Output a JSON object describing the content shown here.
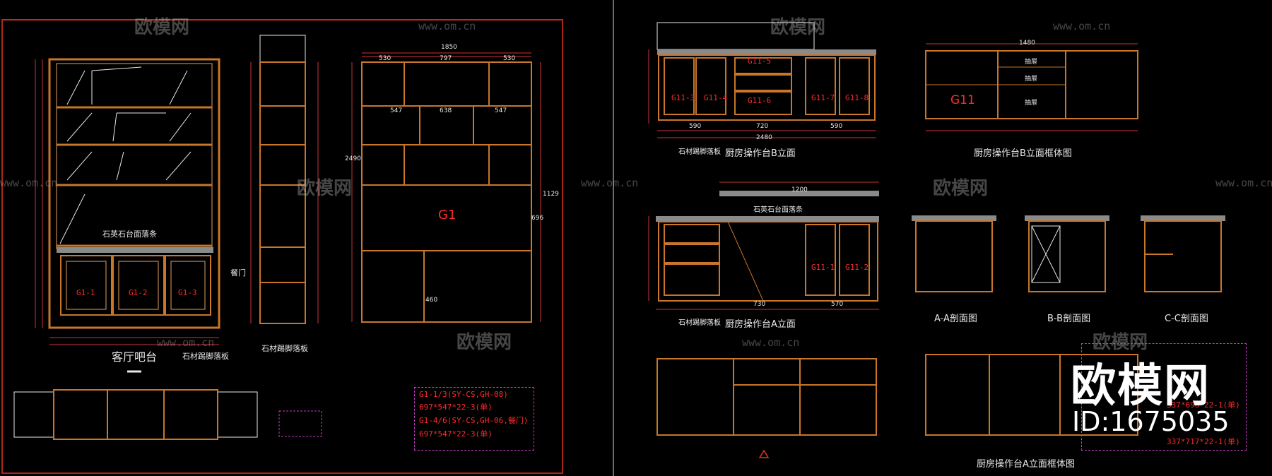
{
  "watermark": {
    "brand": "欧模网",
    "url": "www.om.cn"
  },
  "brand_overlay": {
    "name": "欧模网",
    "id": "ID:1675035"
  },
  "left_sheet": {
    "titles": {
      "front_elevation": "客厅吧台",
      "stone_note_a": "石英石台面落条",
      "stone_note_b": "石材踢脚落板",
      "side_stone_note": "石材踢脚落板",
      "side_door_label": "餐门"
    },
    "cabinet_tags": [
      "G1-1",
      "G1-2",
      "G1-3"
    ],
    "big_label": "G1",
    "spec_note": {
      "line1": "G1-1/3(SY-CS,GH-08)",
      "line2": "697*547*22-3(单)",
      "line3": "G1-4/6(SY-CS,GH-06,餐门)",
      "line4": "697*547*22-3(单)"
    },
    "dims": {
      "top_width": "1850",
      "top_sub": [
        "530",
        "797",
        "530"
      ],
      "mid_sub": [
        "547",
        "638",
        "547"
      ],
      "side_height": "2490",
      "side_right": "1129",
      "side_right2": "696",
      "side_bottom": "460"
    }
  },
  "right_sheet": {
    "titles": {
      "b_elevation": "厨房操作台B立面",
      "b_frame": "厨房操作台B立面框体图",
      "a_elevation": "厨房操作台A立面",
      "section_a": "A-A剖面图",
      "section_b": "B-B剖面图",
      "section_c": "C-C剖面图",
      "a_frame": "厨房操作台A立面框体图",
      "stone_top": "石英石台面落条",
      "stone_a": "石材踢脚落板",
      "stone_b": "石材踢脚落板"
    },
    "cabinet_tags_b": [
      "G11-3",
      "G11-4",
      "G11-5",
      "G11-6",
      "G11-7",
      "G11-8"
    ],
    "cabinet_tags_a": [
      "G11-1",
      "G11-2"
    ],
    "frame_label": "G11",
    "drawer_labels": [
      "抽屉",
      "抽屉",
      "抽屉"
    ],
    "dims": {
      "b_top": "2480",
      "b_sub": [
        "590",
        "720",
        "590"
      ],
      "a_top": "1200",
      "a_sub": [
        "730",
        "570"
      ],
      "frame_top": "1480"
    },
    "side_note": {
      "line1": "337*696*22-1(单)",
      "line2": "337*717*22-1(单)"
    }
  }
}
